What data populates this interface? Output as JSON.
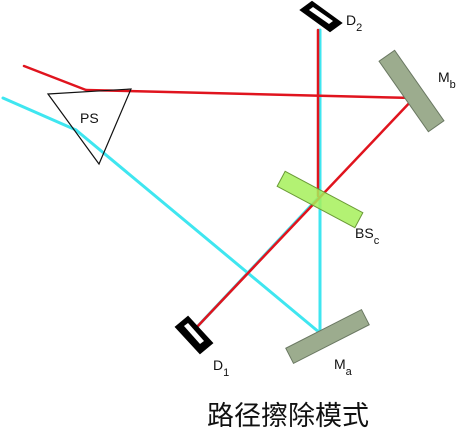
{
  "labels": {
    "prism": "PS",
    "d2_main": "D",
    "d2_sub": "2",
    "d1_main": "D",
    "d1_sub": "1",
    "mb_main": "M",
    "mb_sub": "b",
    "ma_main": "M",
    "ma_sub": "a",
    "bsc_main": "BS",
    "bsc_sub": "c"
  },
  "caption": "路径擦除模式",
  "colors": {
    "red_beam": "#e0141e",
    "cyan_beam": "#3fe6f0",
    "mirror": "#9cac8e",
    "beamsplitter": "#a6f05a",
    "detector": "#000000"
  },
  "icons": {
    "detector": "detector-icon",
    "mirror": "mirror-icon",
    "beamsplitter": "beamsplitter-icon",
    "prism": "prism-icon"
  }
}
